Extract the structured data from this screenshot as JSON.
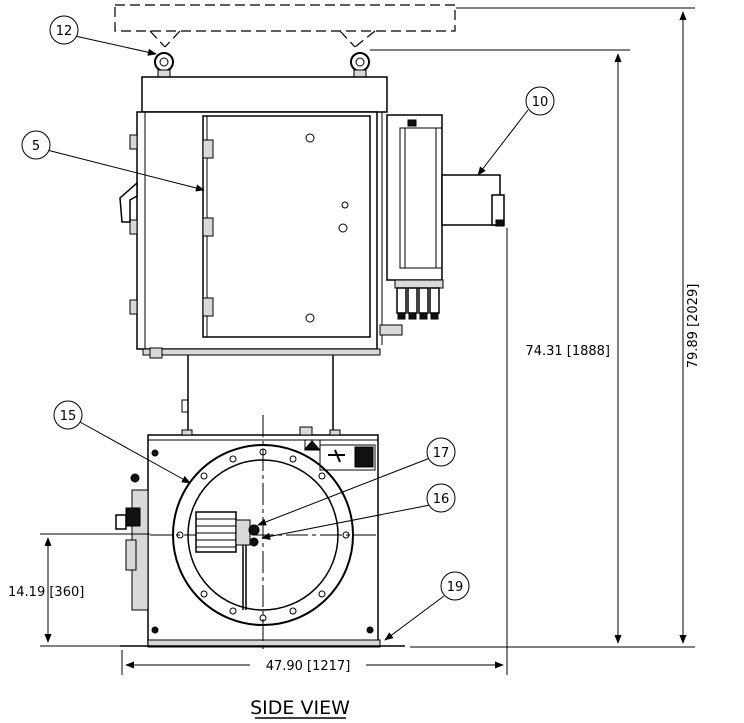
{
  "diagram": {
    "view_title": "SIDE VIEW",
    "balloons": [
      {
        "id": "balloon-12",
        "label": "12"
      },
      {
        "id": "balloon-5",
        "label": "5"
      },
      {
        "id": "balloon-10",
        "label": "10"
      },
      {
        "id": "balloon-15",
        "label": "15"
      },
      {
        "id": "balloon-17",
        "label": "17"
      },
      {
        "id": "balloon-16",
        "label": "16"
      },
      {
        "id": "balloon-19",
        "label": "19"
      }
    ],
    "dimensions": {
      "overall_height": "79.89 [2029]",
      "cabinet_height": "74.31 [1888]",
      "center_height": "14.19 [360]",
      "overall_width": "47.90 [1217]"
    }
  }
}
